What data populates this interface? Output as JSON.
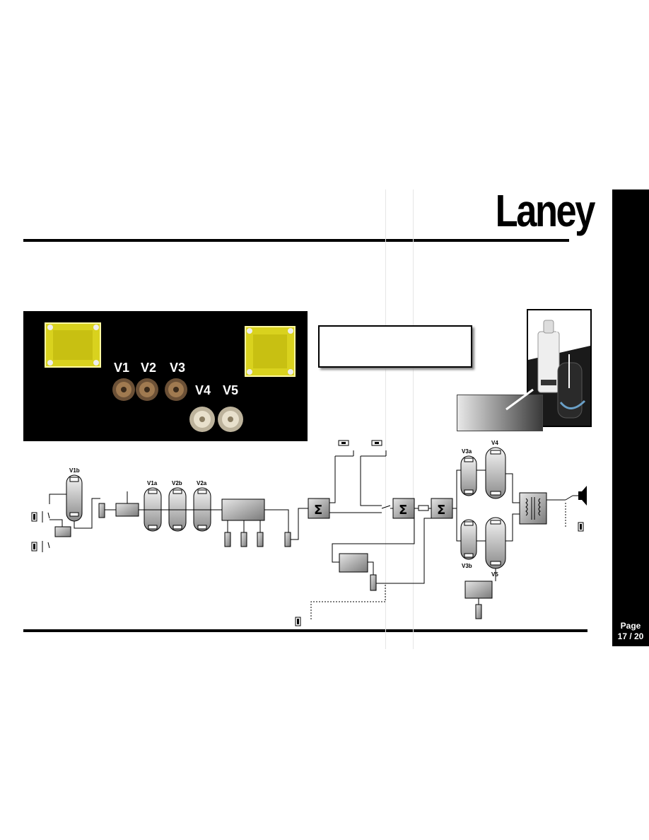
{
  "brand": "Laney",
  "page": {
    "label": "Page",
    "number": "17 / 20"
  },
  "chassis": {
    "tube_labels": [
      "V1",
      "V2",
      "V3",
      "V4",
      "V5"
    ]
  },
  "diagram": {
    "tube_labels": {
      "v1b": "V1b",
      "v1a": "V1a",
      "v2b": "V2b",
      "v2a": "V2a",
      "v3a": "V3a",
      "v4": "V4",
      "v3b": "V3b",
      "v5": "V5"
    },
    "sum_symbol": "Σ"
  },
  "colors": {
    "background": "#ffffff",
    "ink": "#000000",
    "transformer_yellow": "#d9d21e",
    "socket_bronze": "#a07a50",
    "socket_ceramic": "#e8e0cc"
  }
}
